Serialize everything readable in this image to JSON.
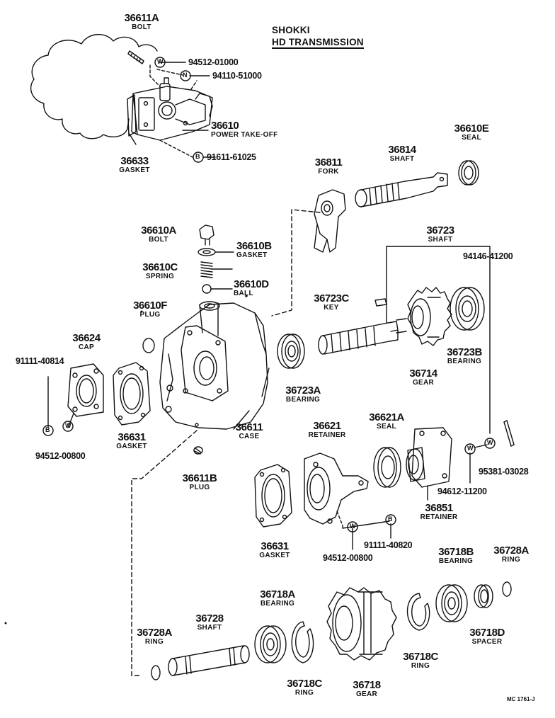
{
  "title": {
    "line1": "SHOKKI",
    "line2": "HD TRANSMISSION"
  },
  "diagram_code": "MC 1761-J",
  "parts": {
    "p36611A": {
      "number": "36611A",
      "name": "BOLT"
    },
    "p94512_01000": {
      "number": "94512-01000"
    },
    "p94110_51000": {
      "number": "94110-51000"
    },
    "p36610": {
      "number": "36610",
      "name": "POWER TAKE-OFF"
    },
    "p36633": {
      "number": "36633",
      "name": "GASKET"
    },
    "p91611_61025": {
      "number": "91611-61025"
    },
    "p36811": {
      "number": "36811",
      "name": "FORK"
    },
    "p36814": {
      "number": "36814",
      "name": "SHAFT"
    },
    "p36610E": {
      "number": "36610E",
      "name": "SEAL"
    },
    "p36610A": {
      "number": "36610A",
      "name": "BOLT"
    },
    "p36610B": {
      "number": "36610B",
      "name": "GASKET"
    },
    "p36610C": {
      "number": "36610C",
      "name": "SPRING"
    },
    "p36610D": {
      "number": "36610D",
      "name": "BALL"
    },
    "p36610F": {
      "number": "36610F",
      "name": "PLUG"
    },
    "p36723": {
      "number": "36723",
      "name": "SHAFT"
    },
    "p94146_41200": {
      "number": "94146-41200"
    },
    "p36723C": {
      "number": "36723C",
      "name": "KEY"
    },
    "p36624": {
      "number": "36624",
      "name": "CAP"
    },
    "p91111_40814": {
      "number": "91111-40814"
    },
    "p36723A": {
      "number": "36723A",
      "name": "BEARING"
    },
    "p36723B": {
      "number": "36723B",
      "name": "BEARING"
    },
    "p36714": {
      "number": "36714",
      "name": "GEAR"
    },
    "p36631a": {
      "number": "36631",
      "name": "GASKET"
    },
    "p36611": {
      "number": "36611",
      "name": "CASE"
    },
    "p94512_00800a": {
      "number": "94512-00800"
    },
    "p36611B": {
      "number": "36611B",
      "name": "PLUG"
    },
    "p36621": {
      "number": "36621",
      "name": "RETAINER"
    },
    "p36621A": {
      "number": "36621A",
      "name": "SEAL"
    },
    "p95381_03028": {
      "number": "95381-03028"
    },
    "p94612_11200": {
      "number": "94612-11200"
    },
    "p36851": {
      "number": "36851",
      "name": "RETAINER"
    },
    "p36631b": {
      "number": "36631",
      "name": "GASKET"
    },
    "p91111_40820": {
      "number": "91111-40820"
    },
    "p94512_00800b": {
      "number": "94512-00800"
    },
    "p36718B": {
      "number": "36718B",
      "name": "BEARING"
    },
    "p36728A_top": {
      "number": "36728A",
      "name": "RING"
    },
    "p36718A": {
      "number": "36718A",
      "name": "BEARING"
    },
    "p36728": {
      "number": "36728",
      "name": "SHAFT"
    },
    "p36728A_left": {
      "number": "36728A",
      "name": "RING"
    },
    "p36718D": {
      "number": "36718D",
      "name": "SPACER"
    },
    "p36718C_right": {
      "number": "36718C",
      "name": "RING"
    },
    "p36718C_left": {
      "number": "36718C",
      "name": "RING"
    },
    "p36718": {
      "number": "36718",
      "name": "GEAR"
    }
  },
  "symbols": {
    "washer": "W",
    "nut": "N",
    "bolt": "B"
  }
}
